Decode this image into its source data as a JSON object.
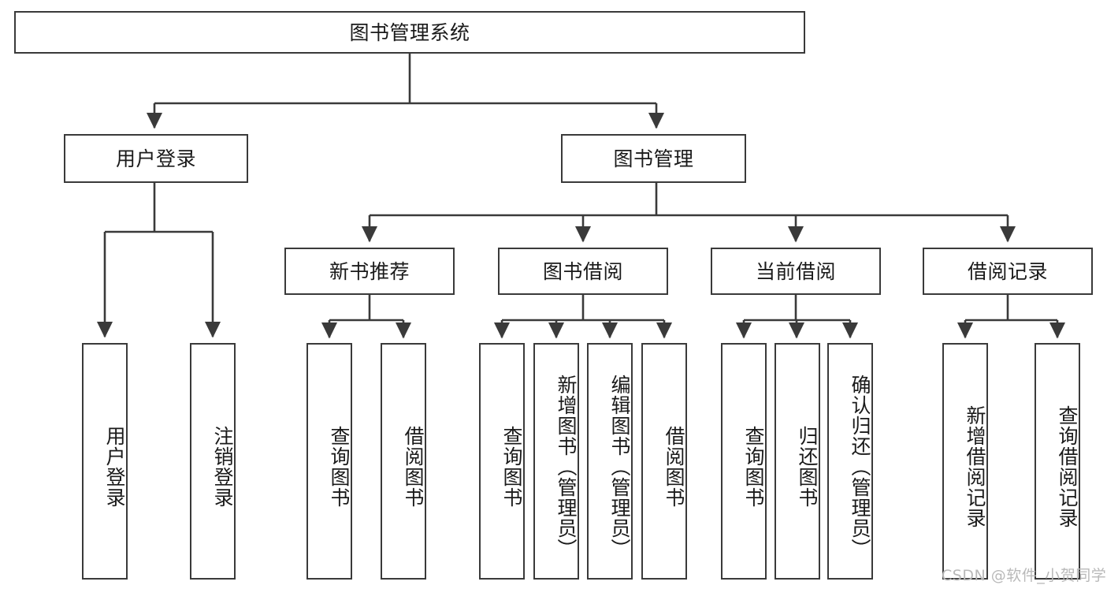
{
  "diagram": {
    "title": "图书管理系统",
    "type": "functional-structure-tree",
    "colors": {
      "box_border": "#3a3a3a",
      "box_fill": "#ffffff",
      "connector": "#3a3a3a",
      "text": "#1a1a1a",
      "watermark": "#b9b9b9",
      "background": "#ffffff"
    },
    "root": {
      "label": "图书管理系统"
    },
    "level2": [
      {
        "label": "用户登录"
      },
      {
        "label": "图书管理"
      }
    ],
    "level3": [
      {
        "label": "新书推荐"
      },
      {
        "label": "图书借阅"
      },
      {
        "label": "当前借阅"
      },
      {
        "label": "借阅记录"
      }
    ],
    "leaves": {
      "user_login": [
        {
          "label": "用户登录"
        },
        {
          "label": "注销登录"
        }
      ],
      "new_book_recommend": [
        {
          "label": "查询图书"
        },
        {
          "label": "借阅图书"
        }
      ],
      "book_borrow": [
        {
          "label": "查询图书"
        },
        {
          "label": "新增图书（管理员）"
        },
        {
          "label": "编辑图书（管理员）"
        },
        {
          "label": "借阅图书"
        }
      ],
      "current_borrow": [
        {
          "label": "查询图书"
        },
        {
          "label": "归还图书"
        },
        {
          "label": "确认归还（管理员）"
        }
      ],
      "borrow_record": [
        {
          "label": "新增借阅记录"
        },
        {
          "label": "查询借阅记录"
        }
      ]
    }
  },
  "watermark": {
    "text": "CSDN @软件_小贺同学"
  }
}
